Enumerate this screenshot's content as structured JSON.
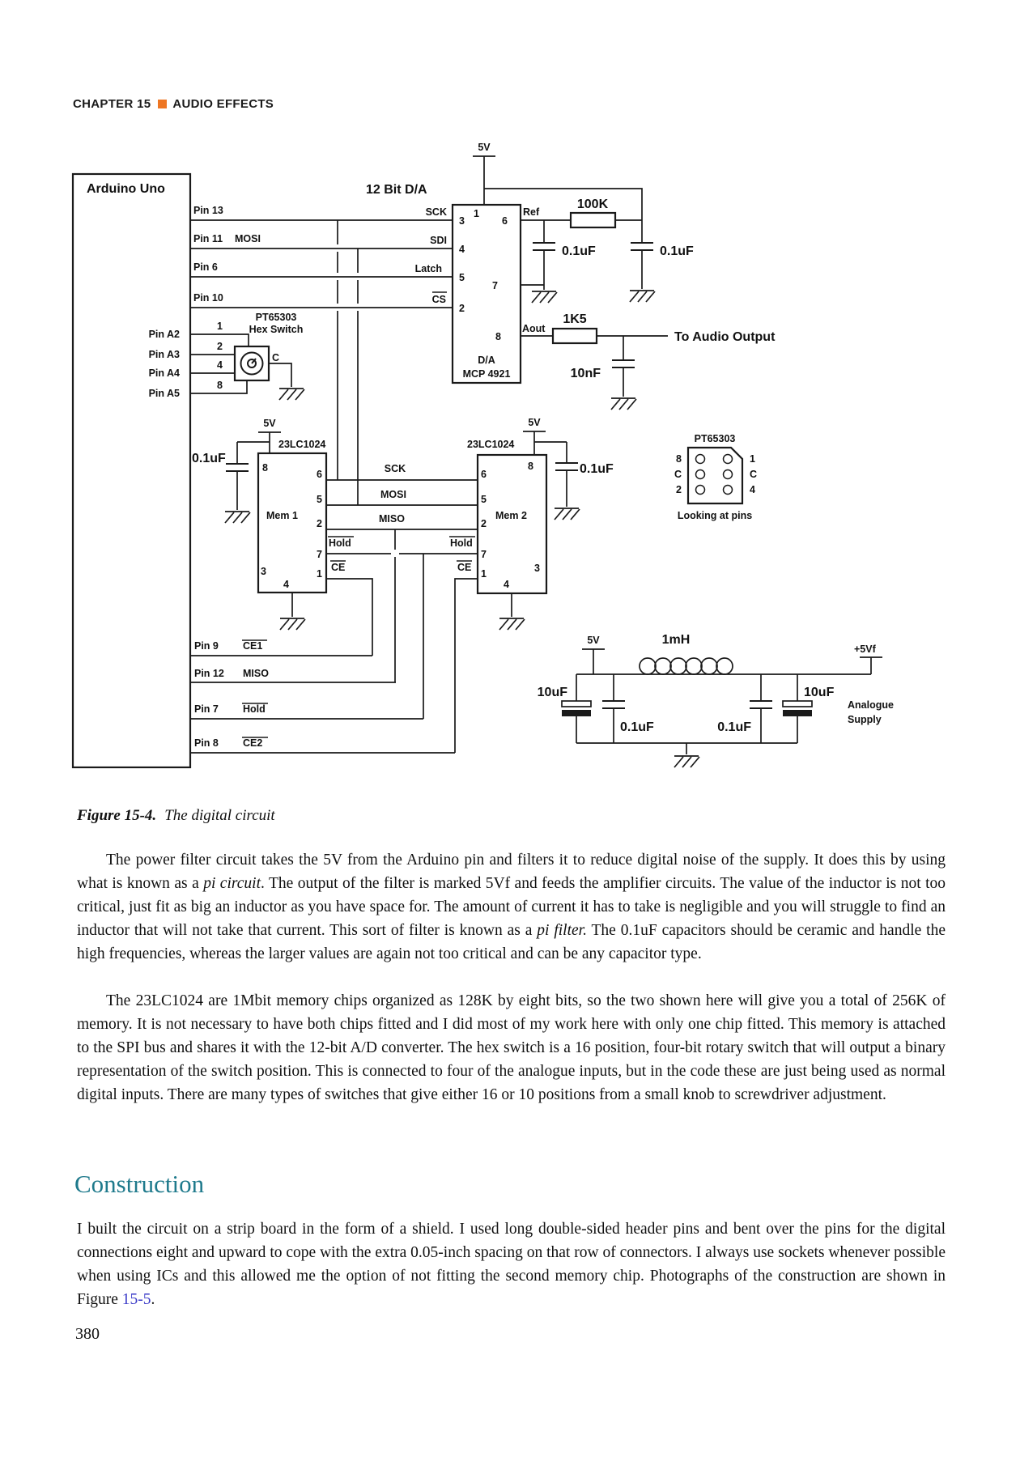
{
  "colors": {
    "accent_orange": "#ee7623",
    "heading_teal": "#1f7a8c",
    "link_blue": "#3b3bc8"
  },
  "header": {
    "chapter": "CHAPTER 15",
    "title": "AUDIO EFFECTS"
  },
  "page_number": "380",
  "figure": {
    "caption_label": "Figure 15-4.",
    "caption_text": "The digital circuit"
  },
  "circuit": {
    "digits": {
      "1": "1",
      "2": "2",
      "3": "3",
      "4": "4",
      "5": "5",
      "6": "6",
      "7": "7",
      "8": "8",
      "C": "C"
    },
    "labels": {
      "arduino_title": "Arduino Uno",
      "dac_title": "12 Bit D/A",
      "pin13": "Pin 13",
      "pin11": "Pin 11",
      "pin6": "Pin 6",
      "pin10": "Pin 10",
      "pinA2": "Pin A2",
      "pinA3": "Pin A3",
      "pinA4": "Pin A4",
      "pinA5": "Pin A5",
      "pt65303": "PT65303",
      "hex_switch": "Hex Switch",
      "v5": "5V",
      "sck": "SCK",
      "sdi": "SDI",
      "mosi": "MOSI",
      "miso": "MISO",
      "latch": "Latch",
      "cs": "CS",
      "ref": "Ref",
      "r100k": "100K",
      "cap01": "0.1uF",
      "cap10uf": "10uF",
      "c10nf": "10nF",
      "r1k5": "1K5",
      "aout": "Aout",
      "to_audio": "To Audio Output",
      "dac_line1": "D/A",
      "dac_line2": "MCP 4921",
      "mem_chip": "23LC1024",
      "mem1_name": "Mem 1",
      "mem2_name": "Mem 2",
      "hold": "Hold",
      "ce": "CE",
      "ce1": "CE1",
      "ce2": "CE2",
      "pin9": "Pin 9",
      "pin12": "Pin 12",
      "pin7": "Pin 7",
      "pin8": "Pin 8",
      "looking": "Looking at pins",
      "l1mh": "1mH",
      "p5vf": "+5Vf",
      "analogue": "Analogue",
      "supply": "Supply"
    }
  },
  "paragraphs": {
    "p1": [
      {
        "t": "The power filter circuit takes the 5V from the Arduino pin and filters it to reduce digital noise of the supply. It does this by using what is known as a "
      },
      {
        "t": "pi circuit",
        "i": true
      },
      {
        "t": ". The output of the filter is marked 5Vf and feeds the amplifier circuits. The value of the inductor is not too critical, just fit as big an inductor as you have space for. The amount of current it has to take is negligible and you will struggle to find an inductor that will not take that current. This sort of filter is known as a "
      },
      {
        "t": "pi filter.",
        "i": true
      },
      {
        "t": " The 0.1uF capacitors should be ceramic and handle the high frequencies, whereas the larger values are again not too critical and can be any capacitor type."
      }
    ],
    "p2": [
      {
        "t": "The 23LC1024 are 1Mbit memory chips organized as 128K by eight bits, so the two shown here will give you a total of 256K of memory. It is not necessary to have both chips fitted and I did most of my work here with only one chip fitted. This memory is attached to the SPI bus and shares it with the 12-bit A/D converter. The hex switch is a 16 position, four-bit rotary switch that will output a binary representation of the switch position. This is connected to four of the analogue inputs, but in the code these are just being used as normal digital inputs. There are many types of switches that give either 16 or 10 positions from a small knob to screwdriver adjustment."
      }
    ],
    "p3": [
      {
        "t": "I built the circuit on a strip board in the form of a shield. I used long double-sided header pins and bent over the pins for the digital connections eight and upward to cope with the extra 0.05-inch spacing on that row of connectors. I always use sockets whenever possible when using ICs and this allowed me the option of not fitting the second memory chip. Photographs of the construction are shown in Figure "
      },
      {
        "t": "15-5",
        "link": true
      },
      {
        "t": "."
      }
    ]
  },
  "construction": {
    "heading": "Construction"
  }
}
